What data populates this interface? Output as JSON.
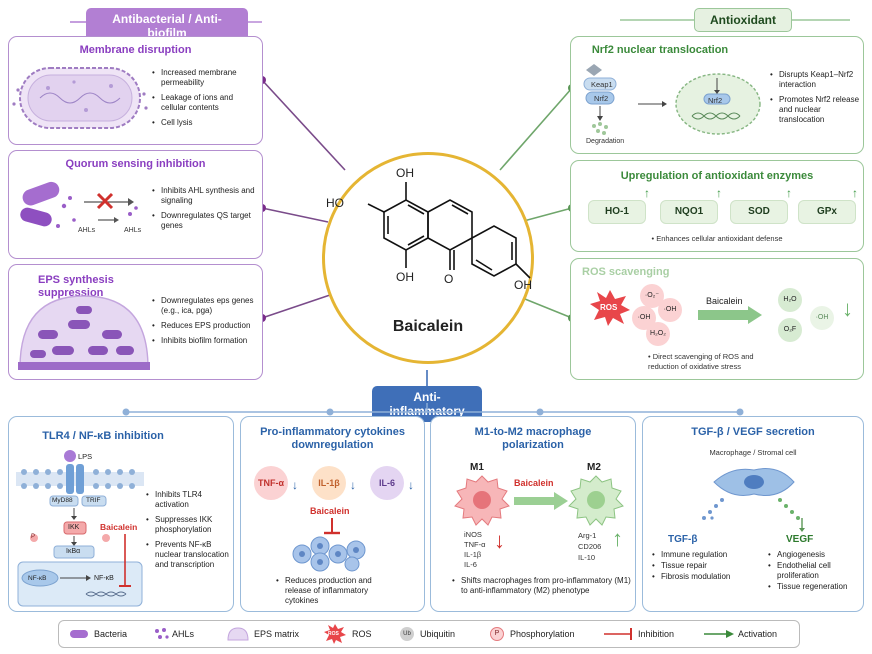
{
  "sections": {
    "antibacterial": "Antibacterial / Anti-biofilm",
    "antioxidant": "Antioxidant",
    "antiinflammatory": "Anti-inflammatory"
  },
  "center": {
    "name": "Baicalein",
    "mol": {
      "oh_top": "OH",
      "ho_left": "HO",
      "oh_bottom": "OH",
      "ketone": "O",
      "oh_right": "OH"
    }
  },
  "membrane": {
    "title": "Membrane disruption",
    "bullets": [
      "Increased membrane permeability",
      "Leakage of ions and cellular contents",
      "Cell lysis"
    ]
  },
  "quorum": {
    "title": "Quorum sensing inhibition",
    "ahl_left": "AHLs",
    "ahl_right": "AHLs",
    "bullets": [
      "Inhibits AHL synthesis and signaling",
      "Downregulates QS target genes"
    ]
  },
  "eps": {
    "title": "EPS synthesis suppression",
    "bullets": [
      "Downregulates eps genes (e.g., ica, pga)",
      "Reduces EPS production",
      "Inhibits biofilm formation"
    ]
  },
  "nrf2": {
    "title": "Nrf2 nuclear translocation",
    "keap1": "Keap1",
    "nrf2": "Nrf2",
    "nrf2_nuc": "Nrf2",
    "degradation": "Degradation",
    "bullets": [
      "Disrupts Keap1–Nrf2 interaction",
      "Promotes Nrf2 release and nuclear translocation"
    ]
  },
  "enzymes": {
    "title": "Upregulation of antioxidant enzymes",
    "items": [
      "HO-1",
      "NQO1",
      "SOD",
      "GPx"
    ],
    "note": "Enhances cellular antioxidant defense"
  },
  "ros": {
    "title": "ROS scavenging",
    "ros_label": "ROS",
    "species": [
      "·O₂⁻",
      "·OH",
      "·OH",
      "H₂O₂"
    ],
    "baicalein": "Baicalein",
    "products": [
      "H₂O",
      "·OH",
      "O₂F"
    ],
    "note": "Direct scavenging of ROS and reduction of oxidative stress"
  },
  "tlr4": {
    "title": "TLR4 / NF-κB inhibition",
    "lps": "LPS",
    "myd88": "MyD88",
    "trif": "TRIF",
    "ikk": "IKK",
    "ikba": "IκBα",
    "nfkb": "NF-κB",
    "nfkb_nuc": "NF-κB",
    "p": "P",
    "baicalein": "Baicalein",
    "bullets": [
      "Inhibits TLR4 activation",
      "Suppresses IKK phosphorylation",
      "Prevents NF-κB nuclear translocation and transcription"
    ]
  },
  "cytokines": {
    "title": "Pro-inflammatory cytokines downregulation",
    "items": [
      "TNF-α",
      "IL-1β",
      "IL-6"
    ],
    "baicalein": "Baicalein",
    "bullets": [
      "Reduces production and release of inflammatory cytokines"
    ]
  },
  "macrophage": {
    "title": "M1-to-M2 macrophage polarization",
    "m1": "M1",
    "m2": "M2",
    "baicalein": "Baicalein",
    "m1_markers": [
      "iNOS",
      "TNF-α",
      "IL-1β",
      "IL-6"
    ],
    "m2_markers": [
      "Arg-1",
      "CD206",
      "IL-10"
    ],
    "bullets": [
      "Shifts macrophages from pro-inflammatory (M1) to anti-inflammatory (M2) phenotype"
    ]
  },
  "tgf": {
    "title": "TGF-β / VEGF secretion",
    "cell": "Macrophage / Stromal cell",
    "tgf_label": "TGF-β",
    "vegf_label": "VEGF",
    "tgf_bullets": [
      "Immune regulation",
      "Tissue repair",
      "Fibrosis modulation"
    ],
    "vegf_bullets": [
      "Angiogenesis",
      "Endothelial cell proliferation",
      "Tissue regeneration"
    ]
  },
  "legend": {
    "items": [
      "Bacteria",
      "AHLs",
      "EPS matrix",
      "ROS",
      "Ubiquitin",
      "Phosphorylation",
      "Inhibition",
      "Activation"
    ],
    "ros_glyph": "ROS",
    "ub_glyph": "Ub",
    "p_glyph": "P"
  },
  "colors": {
    "purple": "#8a3ec0",
    "green": "#3b8a3b",
    "blue": "#2b62a8",
    "red": "#d0312d"
  }
}
